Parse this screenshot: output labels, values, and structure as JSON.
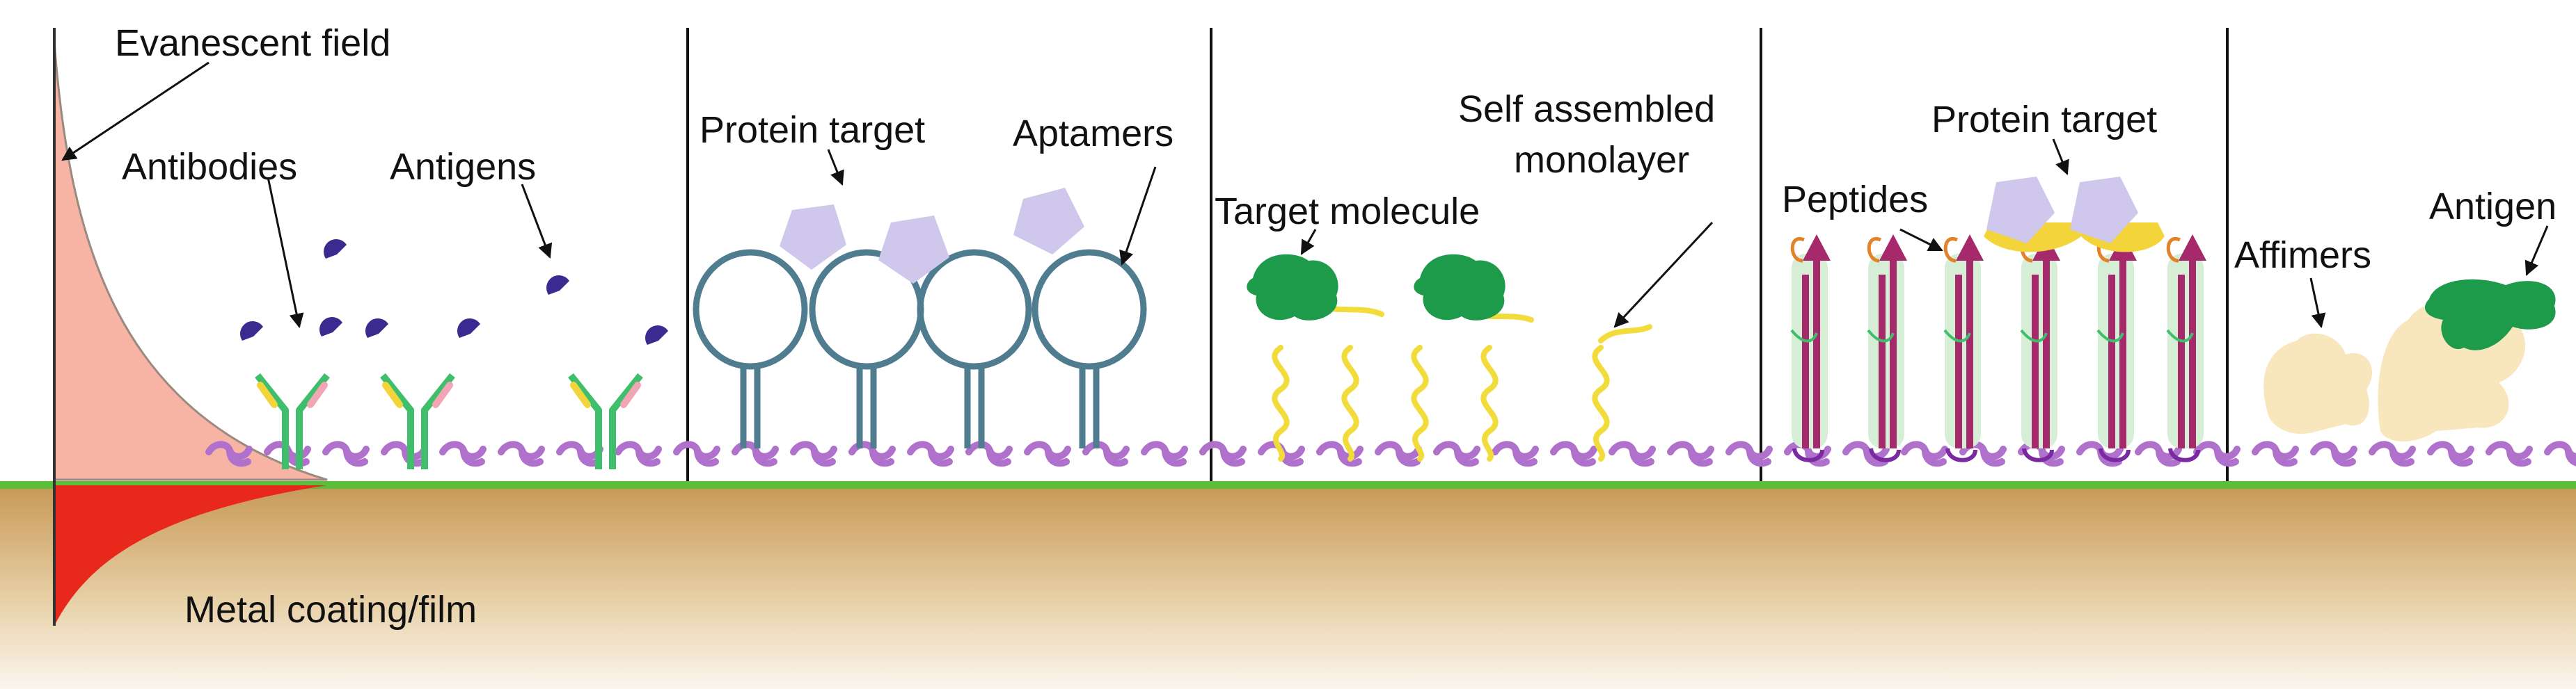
{
  "labels": {
    "evanescent_field": "Evanescent field",
    "antibodies": "Antibodies",
    "antigens": "Antigens",
    "protein_target_1": "Protein target",
    "aptamers": "Aptamers",
    "target_molecule": "Target molecule",
    "sam_line1": "Self assembled",
    "sam_line2": "monolayer",
    "peptides": "Peptides",
    "protein_target_2": "Protein target",
    "affimers": "Affimers",
    "antigen": "Antigen",
    "metal": "Metal coating/film"
  },
  "colors": {
    "evanescent_fill": "#f7b3a3",
    "evanescent_dark": "#e8281a",
    "metal_top": "#c89a58",
    "metal_bottom": "#fbf6ee",
    "surface_line": "#5cbf3b",
    "linker": "#b071cc",
    "antibody_green": "#3fbf6b",
    "antibody_tip_yellow": "#f3d43a",
    "antibody_tip_pink": "#f2a5b5",
    "antigen_blue": "#3b2a8f",
    "aptamer": "#4f7d8f",
    "protein_lavender": "#cfc7ec",
    "target_green": "#1e9b4a",
    "sam_yellow": "#f2dc3c",
    "peptide_magenta": "#a5296b",
    "peptide_light_green": "#d7eed6",
    "affimer_cream": "#f8e7bd"
  }
}
